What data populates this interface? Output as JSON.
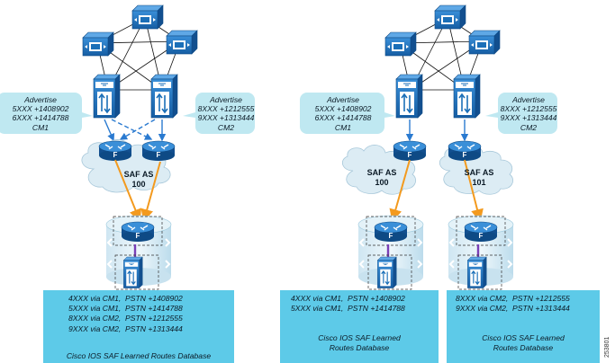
{
  "colors": {
    "callout_fill": "#bfe8f1",
    "cloud_fill": "#dcecf4",
    "db_box_fill": "#5dcae8",
    "device_blue": "#1b6fb8",
    "link_orange": "#f39a1e",
    "link_blue": "#2a7ad0",
    "link_purple": "#7a3fb7"
  },
  "left": {
    "callout_cm1": "Advertise\n5XXX +1408902\n6XXX +1414788\nCM1",
    "callout_cm2": "Advertise\n8XXX +1212555\n9XXX +1313444\nCM2",
    "cloud": "SAF AS\n100",
    "router_letter_a": "F",
    "router_letter_b": "F",
    "router_letter_db": "F",
    "db_rows": [
      "4XXX via CM1,  PSTN +1408902",
      "5XXX via CM1,  PSTN +1414788",
      "8XXX via CM2,  PSTN +1212555",
      "9XXX via CM2,  PSTN +1313444"
    ],
    "db_caption": "Cisco IOS SAF Learned Routes Database"
  },
  "right": {
    "callout_cm1": "Advertise\n5XXX +1408902\n6XXX +1414788\nCM1",
    "callout_cm2": "Advertise\n8XXX +1212555\n9XXX +1313444\nCM2",
    "cloud_a": "SAF AS\n100",
    "cloud_b": "SAF AS\n101",
    "router_letter_a": "F",
    "router_letter_b": "F",
    "router_letter_db_a": "F",
    "router_letter_db_b": "F",
    "db_a_rows": [
      "4XXX via CM1,  PSTN +1408902",
      "5XXX via CM1,  PSTN +1414788"
    ],
    "db_a_caption": "Cisco IOS SAF Learned\nRoutes Database",
    "db_b_rows": [
      "8XXX via CM2,  PSTN +1212555",
      "9XXX via CM2,  PSTN +1313444"
    ],
    "db_b_caption": "Cisco IOS SAF Learned\nRoutes Database"
  },
  "figure_id": "253801"
}
